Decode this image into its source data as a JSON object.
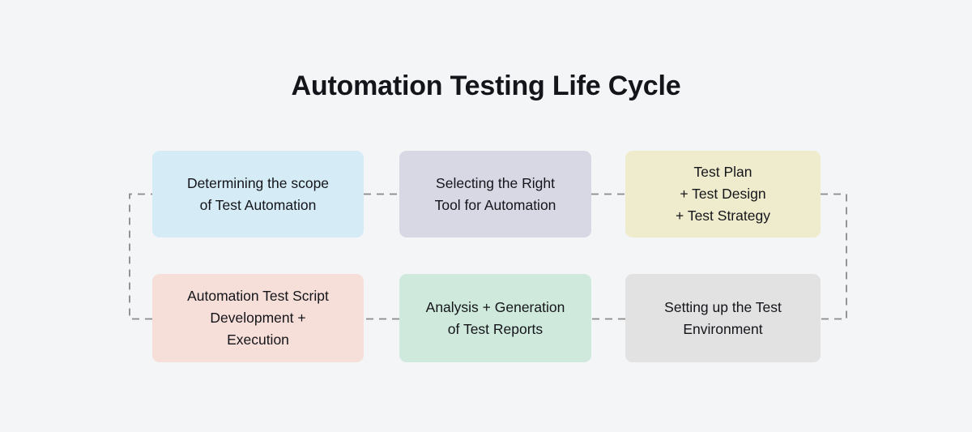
{
  "page": {
    "title": "Automation Testing Life Cycle",
    "background_color": "#f4f5f7",
    "text_color": "#14151a"
  },
  "diagram": {
    "type": "process-flow",
    "layout": "2 rows x 3 columns serpentine",
    "connector_style": "dashed",
    "connector_color": "#8a8a8a",
    "nodes": [
      {
        "id": "node-1",
        "order": 1,
        "label": "Determining the scope\nof Test Automation",
        "color": "#d5ecf7",
        "color_name": "light-blue",
        "row": 1,
        "column": 1
      },
      {
        "id": "node-2",
        "order": 2,
        "label": "Selecting the Right\nTool for Automation",
        "color": "#d8d8e5",
        "color_name": "lavender",
        "row": 1,
        "column": 2
      },
      {
        "id": "node-3",
        "order": 3,
        "label": "Test Plan\n+ Test Design\n+ Test Strategy",
        "color": "#efeccd",
        "color_name": "pale-yellow",
        "row": 1,
        "column": 3
      },
      {
        "id": "node-4",
        "order": 6,
        "label": "Automation Test Script\nDevelopment +\nExecution",
        "color": "#f6ded9",
        "color_name": "rose",
        "row": 2,
        "column": 1
      },
      {
        "id": "node-5",
        "order": 5,
        "label": "Analysis + Generation\nof Test Reports",
        "color": "#cfe9dc",
        "color_name": "mint-green",
        "row": 2,
        "column": 2
      },
      {
        "id": "node-6",
        "order": 4,
        "label": "Setting up the Test\nEnvironment",
        "color": "#e2e2e2",
        "color_name": "light-gray",
        "row": 2,
        "column": 3
      }
    ],
    "connections": [
      {
        "from": "node-1",
        "to": "node-2",
        "shape": "horizontal"
      },
      {
        "from": "node-2",
        "to": "node-3",
        "shape": "horizontal"
      },
      {
        "from": "node-3",
        "to": "node-6",
        "shape": "right-bracket"
      },
      {
        "from": "node-6",
        "to": "node-5",
        "shape": "horizontal"
      },
      {
        "from": "node-5",
        "to": "node-4",
        "shape": "horizontal"
      },
      {
        "from": "node-4",
        "to": "node-1",
        "shape": "left-bracket"
      }
    ]
  }
}
